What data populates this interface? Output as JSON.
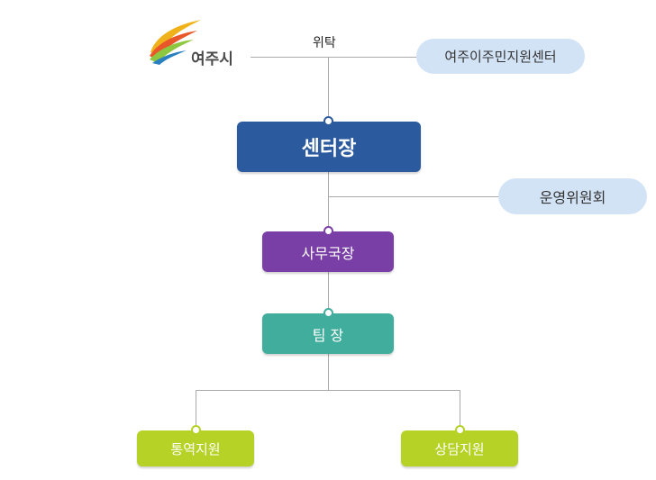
{
  "logo": {
    "text": "여주시"
  },
  "relation_label": "위탁",
  "partner": {
    "label": "여주이주민지원센터"
  },
  "director": {
    "label": "센터장"
  },
  "committee": {
    "label": "운영위원회"
  },
  "secretary": {
    "label": "사무국장"
  },
  "team_lead": {
    "label": "팀 장"
  },
  "interpretation": {
    "label": "통역지원"
  },
  "counseling": {
    "label": "상담지원"
  },
  "colors": {
    "director": "#2b5b9e",
    "secretary": "#7a3fa6",
    "team_lead": "#41ad9c",
    "support": "#b6d226",
    "pill": "#d3e3f6",
    "line": "#aaaaaa"
  }
}
